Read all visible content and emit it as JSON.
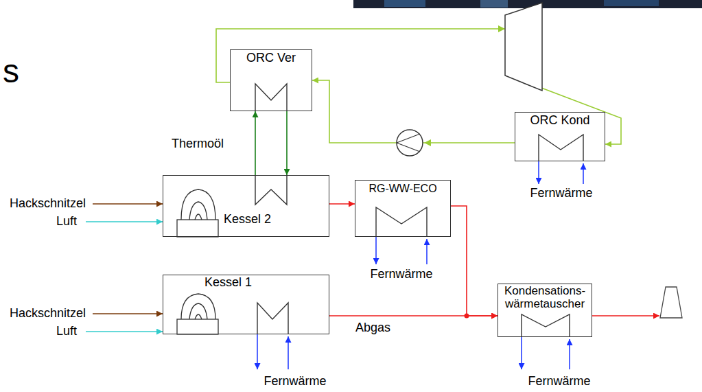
{
  "diagram": {
    "nodes": [
      {
        "text": [
          "ORC Ver"
        ]
      },
      {
        "text": [
          "ORC Kond"
        ]
      },
      {
        "text": [
          "Kessel 2"
        ]
      },
      {
        "text": [
          "RG-WW-ECO"
        ]
      },
      {
        "text": [
          "Kessel 1"
        ]
      },
      {
        "text": [
          "Kondensations- wärmetauscher"
        ]
      }
    ],
    "edges": [
      {
        "from": 0,
        "to": 1,
        "arrow": "to"
      },
      {
        "from": 1,
        "to": 0,
        "arrow": "to"
      },
      {
        "from": 2,
        "to": 0,
        "arrow": "to"
      },
      {
        "from": 0,
        "to": 2,
        "arrow": "to"
      },
      {
        "from": 2,
        "to": 3,
        "arrow": "to"
      },
      {
        "from": 3,
        "to": 5,
        "arrow": "to"
      },
      {
        "from": 4,
        "to": 5,
        "arrow": "to"
      }
    ],
    "labels": [
      "s",
      "Thermoöl",
      "Hackschnitzel",
      "Luft",
      "Hackschnitzel",
      "Luft",
      "Fernwärme",
      "Fernwärme",
      "Fernwärme",
      "Fernwärme",
      "Abgas"
    ]
  }
}
